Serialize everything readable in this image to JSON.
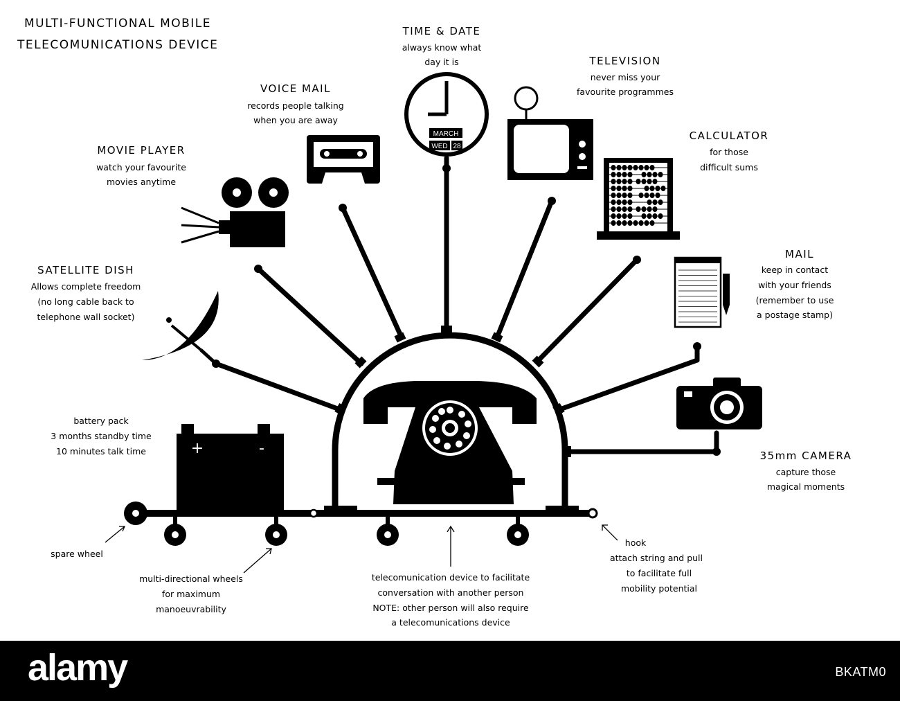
{
  "title": [
    "MULTI-FUNCTIONAL MOBILE",
    "TELECOMUNICATIONS DEVICE"
  ],
  "features": {
    "time_date": {
      "heading": "TIME & DATE",
      "lines": [
        "always know what",
        "day it is"
      ]
    },
    "television": {
      "heading": "TELEVISION",
      "lines": [
        "never miss your",
        "favourite programmes"
      ]
    },
    "voice_mail": {
      "heading": "VOICE MAIL",
      "lines": [
        "records people talking",
        "when you are away"
      ]
    },
    "calculator": {
      "heading": "CALCULATOR",
      "lines": [
        "for those",
        "difficult sums"
      ]
    },
    "movie_player": {
      "heading": "MOVIE PLAYER",
      "lines": [
        "watch your favourite",
        "movies anytime"
      ]
    },
    "mail": {
      "heading": "MAIL",
      "lines": [
        "keep in contact",
        "with your friends",
        "(remember to use",
        "a postage stamp)"
      ]
    },
    "satellite": {
      "heading": "SATELLITE DISH",
      "lines": [
        "Allows complete freedom",
        "(no long cable back to",
        "telephone wall socket)"
      ]
    },
    "camera": {
      "heading": "35mm CAMERA",
      "lines": [
        "capture those",
        "magical moments"
      ]
    }
  },
  "battery": {
    "lines": [
      "battery pack",
      "3 months standby time",
      "10 minutes talk time"
    ],
    "plus": "+",
    "minus": "-"
  },
  "clock_date": {
    "month": "MARCH",
    "day": "WED",
    "date": "28"
  },
  "annotations": {
    "spare_wheel": "spare wheel",
    "wheels": [
      "multi-directional wheels",
      "for maximum",
      "manoeuvrability"
    ],
    "device": [
      "telecomunication device to facilitate",
      "conversation with another person",
      "NOTE: other person will also require",
      "a telecomunications device"
    ],
    "hook": [
      "hook",
      "attach string and pull",
      "to facilitate full",
      "mobility potential"
    ]
  },
  "footer": {
    "logo": "alamy",
    "image_code": "BKATM0"
  }
}
